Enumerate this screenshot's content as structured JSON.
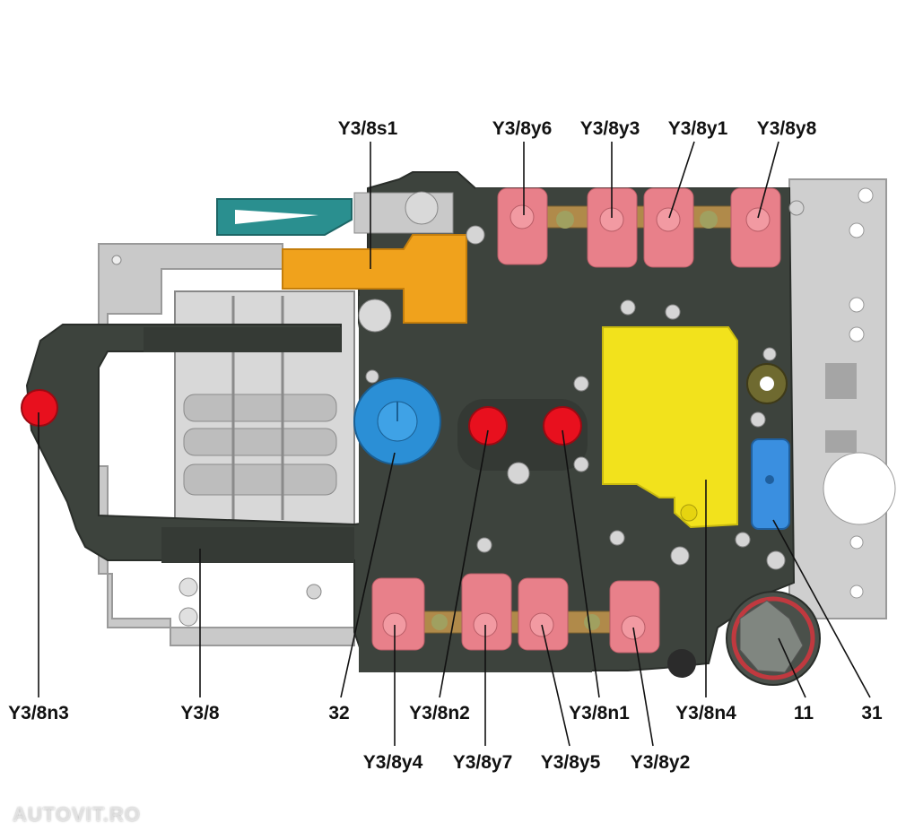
{
  "labels": {
    "y3_8s1": "Y3/8s1",
    "y3_8y6": "Y3/8y6",
    "y3_8y3": "Y3/8y3",
    "y3_8y1": "Y3/8y1",
    "y3_8y8": "Y3/8y8",
    "y3_8n3": "Y3/8n3",
    "y3_8": "Y3/8",
    "n32": "32",
    "y3_8n2": "Y3/8n2",
    "y3_8n1": "Y3/8n1",
    "y3_8n4": "Y3/8n4",
    "n11": "11",
    "n31": "31",
    "y3_8y4": "Y3/8y4",
    "y3_8y7": "Y3/8y7",
    "y3_8y5": "Y3/8y5",
    "y3_8y2": "Y3/8y2"
  },
  "watermark": "AUTOVIT.RO",
  "colors": {
    "housing": "#3d433d",
    "plate": "#c9c9c9",
    "solenoid": "#e8808a",
    "strip": "#b08a4a",
    "orange": "#f0a21c",
    "yellow": "#f2e21c",
    "blue_sensor": "#2b8fd6",
    "red_sensor": "#e8101e",
    "blue_plug": "#3a8fe0",
    "connector": "#2a8f8f"
  }
}
